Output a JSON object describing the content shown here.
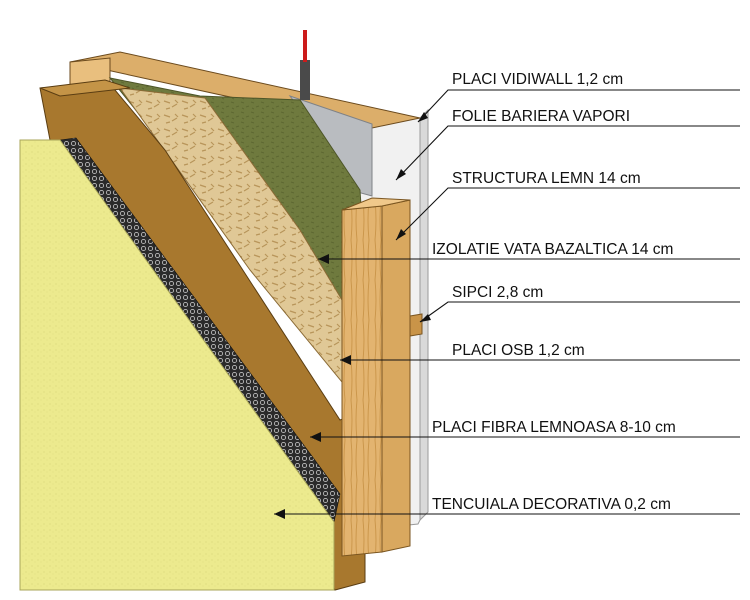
{
  "diagram": {
    "labels": [
      "PLACI VIDIWALL 1,2 cm",
      "FOLIE BARIERA VAPORI",
      "STRUCTURA LEMN 14 cm",
      "IZOLATIE VATA BAZALTICA 14 cm",
      "SIPCI 2,8 cm",
      "PLACI OSB 1,2 cm",
      "PLACI FIBRA LEMNOASA 8-10 cm",
      "TENCUIALA DECORATIVA 0,2 cm"
    ],
    "colors": {
      "render": "#ecea8e",
      "mesh": "#2a2a2a",
      "wood_fibre": "#a8782e",
      "osb": "#e0c896",
      "basalt_wool": "#6f7a3e",
      "vapor_foil": "#b9bcc0",
      "timber": "#e3b470",
      "drywall": "#efefef",
      "cable": "#cc1b1b",
      "leader": "#111111"
    }
  }
}
